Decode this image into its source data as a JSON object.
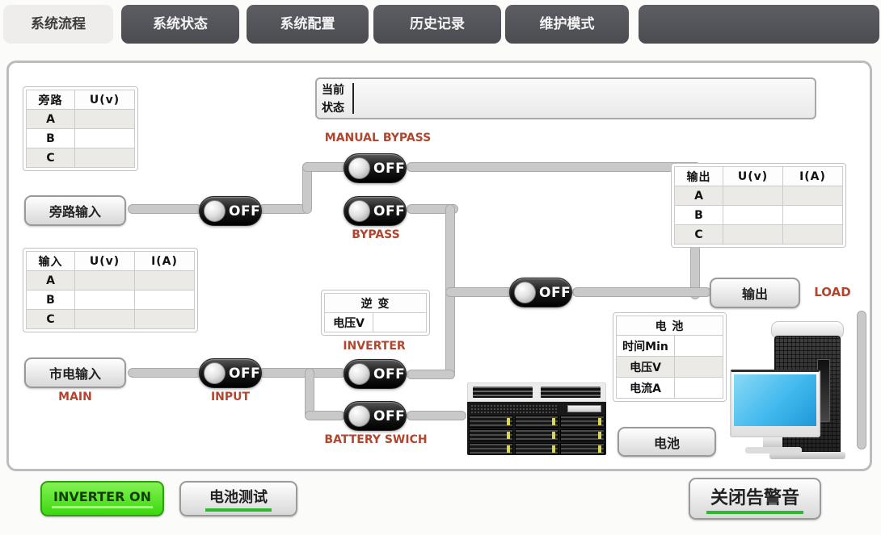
{
  "tabs": [
    {
      "label": "系统流程",
      "active": true
    },
    {
      "label": "系统状态",
      "active": false
    },
    {
      "label": "系统配置",
      "active": false
    },
    {
      "label": "历史记录",
      "active": false
    },
    {
      "label": "维护模式",
      "active": false
    },
    {
      "label": "",
      "active": false
    }
  ],
  "status_box": {
    "label_line1": "当前",
    "label_line2": "状态",
    "value": ""
  },
  "tables": {
    "bypass": {
      "headers": [
        "旁路",
        "U(v)"
      ],
      "rows": [
        [
          "A",
          ""
        ],
        [
          "B",
          ""
        ],
        [
          "C",
          ""
        ]
      ]
    },
    "input": {
      "headers": [
        "输入",
        "U(v)",
        "I(A)"
      ],
      "rows": [
        [
          "A",
          "",
          ""
        ],
        [
          "B",
          "",
          ""
        ],
        [
          "C",
          "",
          ""
        ]
      ]
    },
    "output": {
      "headers": [
        "输出",
        "U(v)",
        "I(A)"
      ],
      "rows": [
        [
          "A",
          "",
          ""
        ],
        [
          "B",
          "",
          ""
        ],
        [
          "C",
          "",
          ""
        ]
      ]
    },
    "inverter": {
      "title": "逆 变",
      "rows": [
        [
          "电压V",
          ""
        ]
      ]
    },
    "battery": {
      "title": "电 池",
      "rows": [
        [
          "时间Min",
          ""
        ],
        [
          "电压V",
          ""
        ],
        [
          "电流A",
          ""
        ]
      ]
    }
  },
  "switches": {
    "manual_bypass": {
      "label": "MANUAL BYPASS",
      "state": "OFF"
    },
    "bypass": {
      "label": "BYPASS",
      "state": "OFF"
    },
    "bypass_input": {
      "state": "OFF"
    },
    "input": {
      "label": "INPUT",
      "state": "OFF"
    },
    "inverter": {
      "label": "INVERTER",
      "state": "OFF"
    },
    "battery_switch": {
      "label": "BATTERY SWICH",
      "state": "OFF"
    },
    "output": {
      "state": "OFF"
    }
  },
  "buttons": {
    "bypass_input": "旁路输入",
    "main_input": "市电输入",
    "output": "输出",
    "battery": "电池",
    "inverter_on": "INVERTER ON",
    "battery_test": "电池测试",
    "mute_alarm": "关闭告警音"
  },
  "labels": {
    "main": "MAIN",
    "load": "LOAD"
  },
  "colors": {
    "accent_red": "#b2452e",
    "green_button": "#4bd81f",
    "underline_green": "#2eb82e",
    "tab_dark": "#54555b",
    "switch_dark": "#141414",
    "connector": "#c9c9c9",
    "screen_blue": "#41b9ee"
  }
}
